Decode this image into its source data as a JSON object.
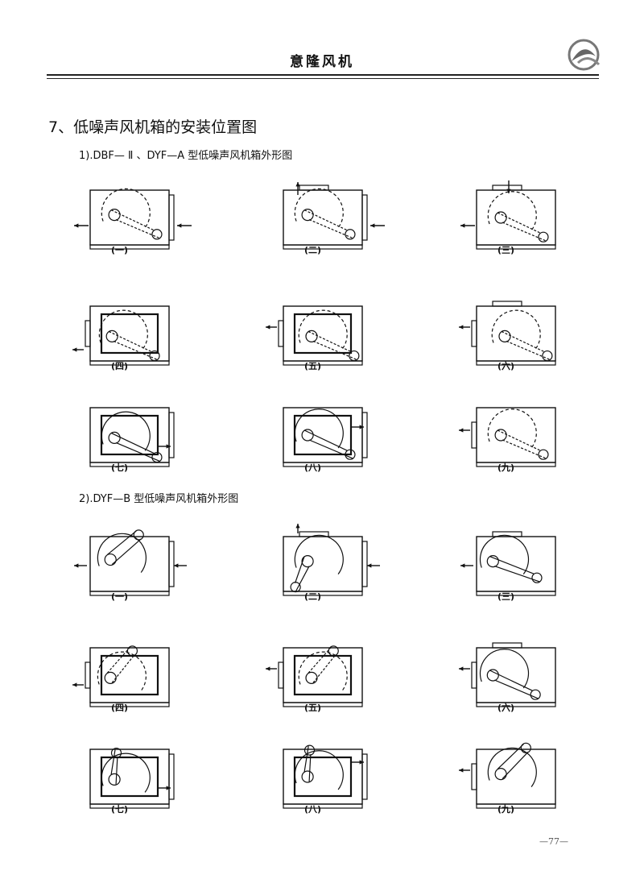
{
  "header": {
    "title": "意隆风机"
  },
  "section": {
    "title": "7、低噪声风机箱的安装位置图"
  },
  "group_a": {
    "title": "1).DBF— Ⅱ 、DYF—A 型低噪声风机箱外形图",
    "labels": [
      "(一)",
      "(二)",
      "(三)",
      "(四)",
      "(五)",
      "(六)",
      "(七)",
      "(八)",
      "(九)"
    ]
  },
  "group_b": {
    "title": "2).DYF—B 型低噪声风机箱外形图",
    "labels": [
      "(一)",
      "(二)",
      "(三)",
      "(四)",
      "(五)",
      "(六)",
      "(七)",
      "(八)",
      "(九)"
    ]
  },
  "footer": {
    "page_number": "—77—"
  },
  "colors": {
    "line": "#111111",
    "rule": "#222222"
  },
  "icons": {
    "logo": "leaf-logo-icon"
  }
}
